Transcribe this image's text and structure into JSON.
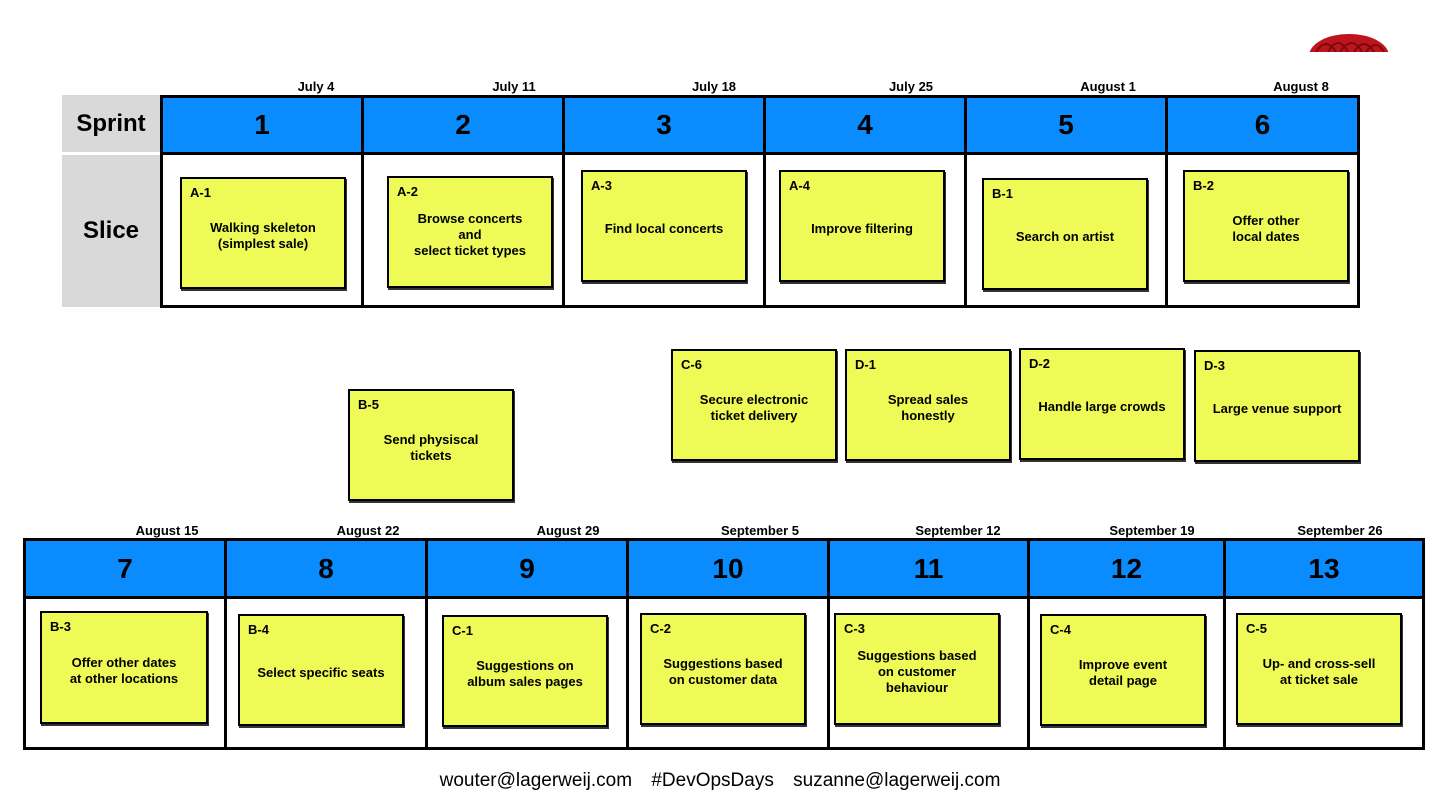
{
  "labels": {
    "sprint": "Sprint",
    "slice": "Slice"
  },
  "row1": {
    "dates": [
      "July 4",
      "July 11",
      "July 18",
      "July 25",
      "August 1",
      "August 8"
    ],
    "sprints": [
      "1",
      "2",
      "3",
      "4",
      "5",
      "6"
    ],
    "cards": [
      {
        "code": "A-1",
        "title": "Walking skeleton\n(simplest sale)"
      },
      {
        "code": "A-2",
        "title": "Browse concerts\nand\nselect ticket types"
      },
      {
        "code": "A-3",
        "title": "Find local concerts"
      },
      {
        "code": "A-4",
        "title": "Improve filtering"
      },
      {
        "code": "B-1",
        "title": "Search on artist"
      },
      {
        "code": "B-2",
        "title": "Offer other\nlocal dates"
      }
    ]
  },
  "backlog": [
    {
      "code": "B-5",
      "title": "Send physiscal\ntickets"
    },
    {
      "code": "C-6",
      "title": "Secure electronic\nticket delivery"
    },
    {
      "code": "D-1",
      "title": "Spread sales\nhonestly"
    },
    {
      "code": "D-2",
      "title": "Handle large crowds"
    },
    {
      "code": "D-3",
      "title": "Large venue support"
    }
  ],
  "row2": {
    "dates": [
      "August 15",
      "August 22",
      "August 29",
      "September 5",
      "September 12",
      "September 19",
      "September 26"
    ],
    "sprints": [
      "7",
      "8",
      "9",
      "10",
      "11",
      "12",
      "13"
    ],
    "cards": [
      {
        "code": "B-3",
        "title": "Offer other dates\nat other locations"
      },
      {
        "code": "B-4",
        "title": "Select specific seats"
      },
      {
        "code": "C-1",
        "title": "Suggestions on\nalbum sales pages"
      },
      {
        "code": "C-2",
        "title": "Suggestions based\non customer data"
      },
      {
        "code": "C-3",
        "title": "Suggestions based\non customer\nbehaviour"
      },
      {
        "code": "C-4",
        "title": "Improve event\ndetail page"
      },
      {
        "code": "C-5",
        "title": "Up- and cross-sell\nat ticket sale"
      }
    ]
  },
  "footer": {
    "email1": "wouter@lagerweij.com",
    "hashtag": "#DevOpsDays",
    "email2": "suzanne@lagerweij.com"
  },
  "colors": {
    "header": "#0a8cff",
    "card": "#eefa55",
    "label_bg": "#d9d9d9"
  }
}
